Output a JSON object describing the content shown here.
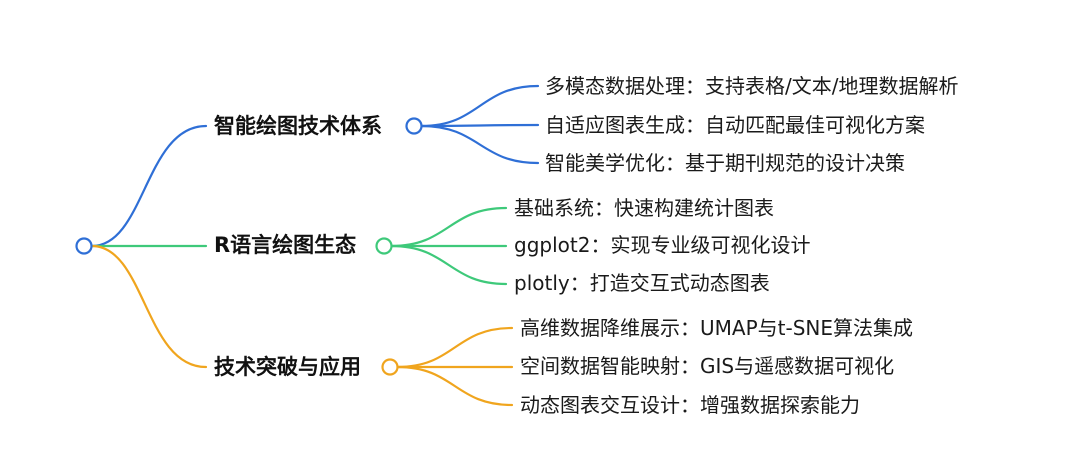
{
  "diagram": {
    "branches": [
      {
        "title": "智能绘图技术体系",
        "color": "#2f6fd6",
        "leaves": [
          "多模态数据处理：支持表格/文本/地理数据解析",
          "自适应图表生成：自动匹配最佳可视化方案",
          "智能美学优化：基于期刊规范的设计决策"
        ]
      },
      {
        "title": "R语言绘图生态",
        "color": "#3ec97a",
        "leaves": [
          "基础系统：快速构建统计图表",
          "ggplot2：实现专业级可视化设计",
          "plotly：打造交互式动态图表"
        ]
      },
      {
        "title": "技术突破与应用",
        "color": "#f0a51e",
        "leaves": [
          "高维数据降维展示：UMAP与t-SNE算法集成",
          "空间数据智能映射：GIS与遥感数据可视化",
          "动态图表交互设计：增强数据探索能力"
        ]
      }
    ]
  }
}
